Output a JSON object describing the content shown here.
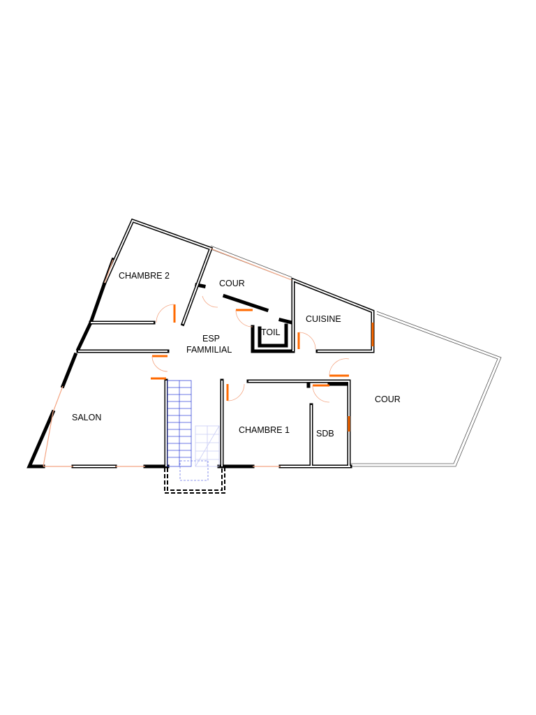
{
  "rooms": {
    "chambre2": "CHAMBRE 2",
    "cour_top": "COUR",
    "cuisine": "CUISINE",
    "toil": "TOIL",
    "esp_line1": "ESP",
    "esp_line2": "FAMMILIAL",
    "salon": "SALON",
    "chambre1": "CHAMBRE 1",
    "sdb": "SDB",
    "cour_right": "COUR"
  },
  "colors": {
    "wall": "#000000",
    "door": "#ff6a00",
    "window": "#f4a582",
    "stair": "#3b4bdb"
  }
}
